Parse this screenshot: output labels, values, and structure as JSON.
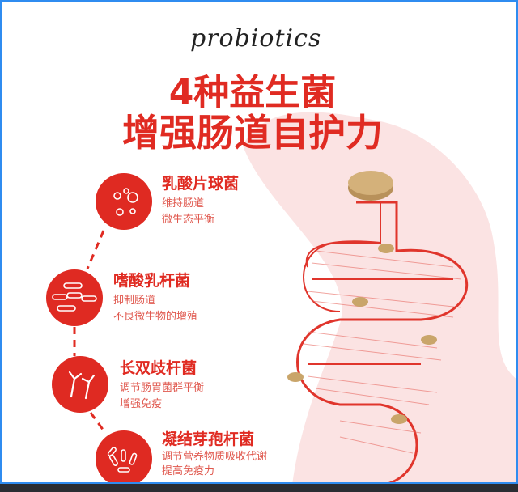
{
  "header": {
    "script_word": "probiotics",
    "title_line1": "4种益生菌",
    "title_line2": "增强肠道自护力"
  },
  "strains": [
    {
      "name": "乳酸片球菌",
      "desc1": "维持肠道",
      "desc2": "微生态平衡",
      "icon": "cocci-icon"
    },
    {
      "name": "嗜酸乳杆菌",
      "desc1": "抑制肠道",
      "desc2": "不良微生物的增殖",
      "icon": "rod-chain-icon"
    },
    {
      "name": "长双歧杆菌",
      "desc1": "调节肠胃菌群平衡",
      "desc2": "增强免疫",
      "icon": "branched-bacteria-icon"
    },
    {
      "name": "凝结芽孢杆菌",
      "desc1": "调节营养物质吸收代谢",
      "desc2": "提高免疫力",
      "icon": "bacilli-icon"
    }
  ],
  "colors": {
    "accent": "#e02b22",
    "pink_bg": "#fbe3e3",
    "tablet": "#c9a56a",
    "frame": "#2f8cf0"
  }
}
